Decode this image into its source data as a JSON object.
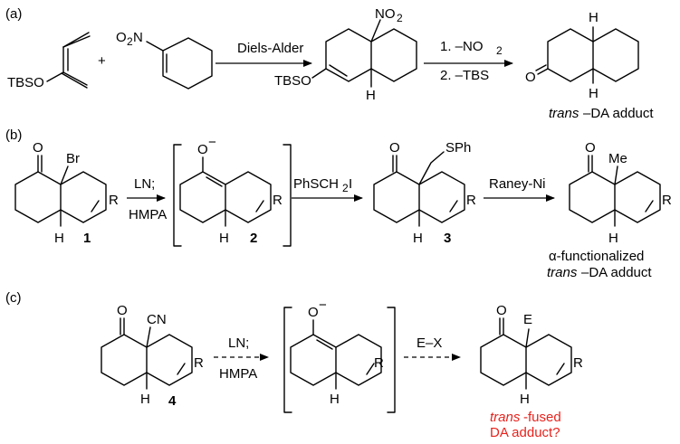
{
  "panels": {
    "a": {
      "label": "(a)",
      "diene_group": "TBSO",
      "plus": "+",
      "dienophile_group_O": "O",
      "dienophile_group_2": "2",
      "dienophile_group_N": "N",
      "arrow_label": "Diels-Alder",
      "adduct_group_top": "NO",
      "adduct_group_top_sub": "2",
      "adduct_group_left": "TBSO",
      "adduct_H": "H",
      "step1": "1. –NO",
      "step1_sub": "2",
      "step2": "2. –TBS",
      "product_O": "O",
      "product_H_top": "H",
      "product_H_bottom": "H",
      "caption_italic": "trans",
      "caption_rest": "–DA adduct"
    },
    "b": {
      "label": "(b)",
      "sm_O": "O",
      "sm_Br": "Br",
      "sm_R": "R",
      "sm_H": "H",
      "sm_num": "1",
      "arrow1_top": "LN;",
      "arrow1_bottom": "HMPA",
      "int_O": "O",
      "int_charge": "−",
      "int_R": "R",
      "int_H": "H",
      "int_num": "2",
      "arrow2_top": "PhSCH",
      "arrow2_top_sub": "2",
      "arrow2_top_end": "I",
      "p3_O": "O",
      "p3_SPh": "SPh",
      "p3_R": "R",
      "p3_H": "H",
      "p3_num": "3",
      "arrow3_top": "Raney-Ni",
      "p4_O": "O",
      "p4_Me": "Me",
      "p4_R": "R",
      "p4_H": "H",
      "caption_line1": "α-functionalized",
      "caption_line2_italic": "trans",
      "caption_line2_rest": "–DA adduct"
    },
    "c": {
      "label": "(c)",
      "sm_O": "O",
      "sm_CN": "CN",
      "sm_R": "R",
      "sm_H": "H",
      "sm_num": "4",
      "arrow1_top": "LN;",
      "arrow1_bottom": "HMPA",
      "int_O": "O",
      "int_charge": "−",
      "int_R": "R",
      "int_H": "H",
      "arrow2_top": "E–X",
      "p_O": "O",
      "p_E": "E",
      "p_R": "R",
      "p_H": "H",
      "caption_line1_italic": "trans",
      "caption_line1_rest": "-fused",
      "caption_line2": "DA adduct?"
    }
  },
  "colors": {
    "question_text": "#e8221c"
  }
}
